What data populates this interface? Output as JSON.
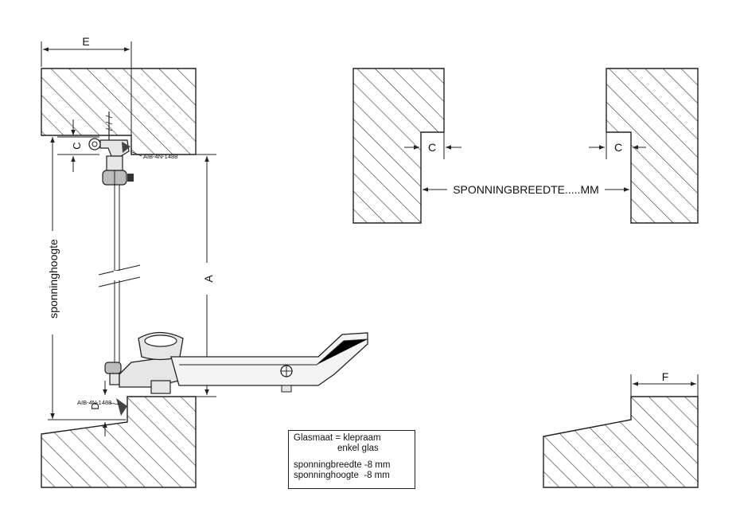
{
  "dimensions": {
    "e": "E",
    "c_top": "C",
    "d_bottom": "D",
    "a": "A",
    "c_left_frame": "C",
    "c_right_frame": "C",
    "f": "F",
    "sponninghoogte": "sponninghoogte",
    "sponningbreedte": "SPONNINGBREEDTE.....MM"
  },
  "part_codes": {
    "top": "AIB-4N-1488",
    "bottom": "AIB-4N-1488"
  },
  "notes": {
    "line1_key": "Glasmaat",
    "line1_eq": "=",
    "line1_value": "klepraam",
    "line2": "enkel glas",
    "line3": "sponningbreedte -8 mm",
    "line4": "sponninghoogte  -8 mm"
  },
  "colors": {
    "ink": "#222222",
    "hatch": "#333333",
    "metal": "#e6e6e6"
  }
}
